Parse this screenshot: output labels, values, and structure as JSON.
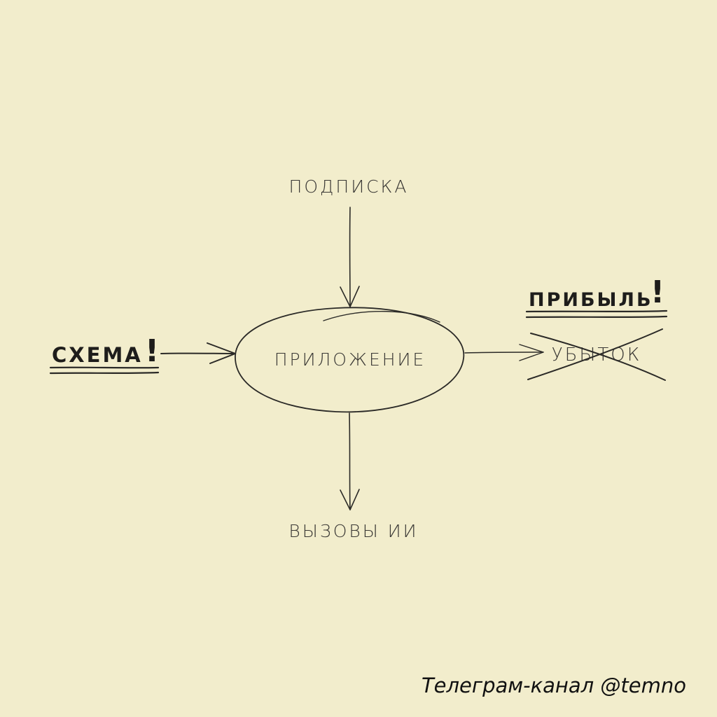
{
  "diagram": {
    "center": "ПРИЛОЖЕНИЕ",
    "top": "ПОДПИСКА",
    "bottom": "ВЫЗОВЫ ИИ",
    "left": "СХЕМА",
    "left_mark": "!",
    "right_main": "ПРИБЫЛЬ",
    "right_mark": "!",
    "right_crossed": "УБЫТОК"
  },
  "footer": {
    "channel": "Телеграм-канал @temno"
  },
  "colors": {
    "background": "#f2edcc",
    "ink": "#2b2a27"
  }
}
